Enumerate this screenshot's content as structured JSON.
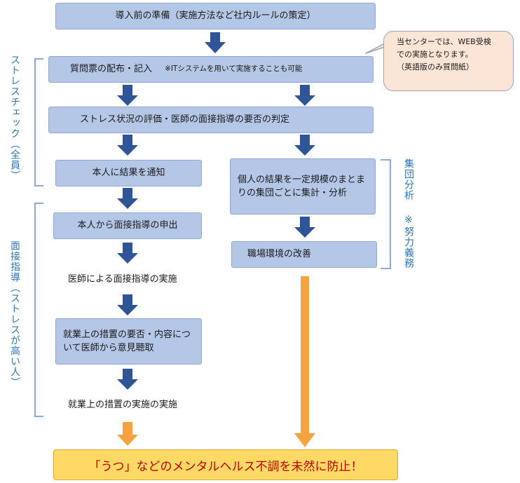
{
  "steps": {
    "preparation": "導入前の準備（実施方法など社内ルールの策定）",
    "questionnaire": "質問票の配布・記入",
    "questionnaire_note": "※ITシステムを用いて実施することも可能",
    "evaluation": "ストレス状況の評価・医師の面接指導の要否の判定",
    "notify": "本人に結果を通知",
    "request": "本人から面接指導の申出",
    "doctor_interview": "医師による面接指導の実施",
    "opinion": "就業上の措置の要否・内容について医師から意見聴取",
    "measures": "就業上の措置の実施の実施",
    "group_tally": "個人の結果を一定規模のまとまりの集団ごとに集計・分析",
    "improvement": "職場環境の改善",
    "final_goal": "「うつ」などのメンタルヘルス不調を未然に防止！"
  },
  "callout": {
    "line1": "当センターでは、WEB受検",
    "line2": "での実施となります。",
    "line3": "（英語版のみ質問紙）"
  },
  "side_labels": {
    "stress_check": "ストレスチェック（全員）",
    "interview": "面接指導（ストレスが高い人）",
    "group_analysis": "集団分析",
    "effort": "※努力義務"
  },
  "colors": {
    "box_fill": "#b4c7e7",
    "arrow_blue": "#2f5597",
    "arrow_orange": "#f4a340",
    "final_fill": "#ffd966",
    "final_text": "#c00000",
    "side_label": "#2e75b6",
    "callout_fill": "#fbe5d6"
  }
}
